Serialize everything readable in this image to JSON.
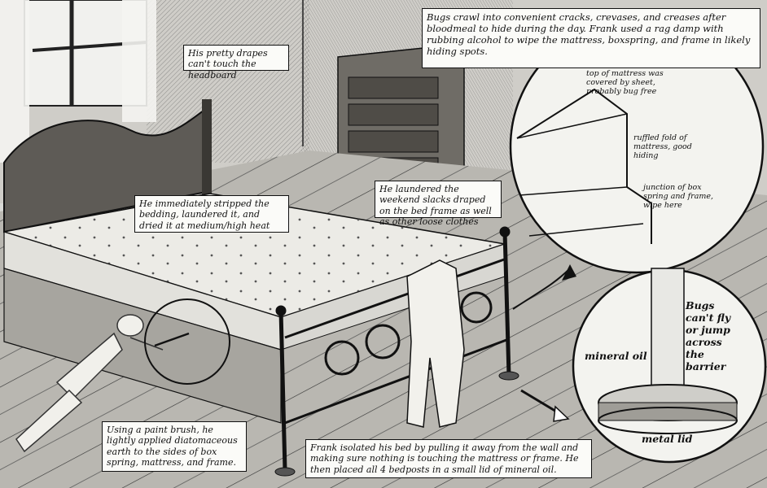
{
  "captions": {
    "bugs_hide": "Bugs crawl into convenient cracks, crevases, and creases after bloodmeal to hide during the day. Frank used a rag damp with rubbing alcohol to wipe the mattress, boxspring, and frame in likely hiding spots.",
    "drapes": "His pretty drapes can't touch the headboard",
    "stripped": "He immediately stripped the bedding, laundered it, and dried it at medium/high heat",
    "laundered": "He laundered the weekend slacks draped on the bed frame as well as other loose clothes",
    "paint_brush": "Using a paint brush, he lightly applied diatomaceous earth to the sides of box spring, mattress, and frame.",
    "isolated": "Frank isolated his bed by pulling it away from the wall and making sure nothing is touching the mattress or frame. He then placed all 4 bedposts in a small lid of mineral oil."
  },
  "inset_top": {
    "top_of_mattress": "top of mattress was covered by sheet, probably bug free",
    "ruffled_fold": "ruffled fold of mattress, good hiding",
    "junction": "junction of box spring and frame, wipe here"
  },
  "inset_bottom": {
    "barrier": "Bugs can't fly or jump across the barrier",
    "mineral_oil": "mineral oil",
    "metal_lid": "metal lid"
  }
}
